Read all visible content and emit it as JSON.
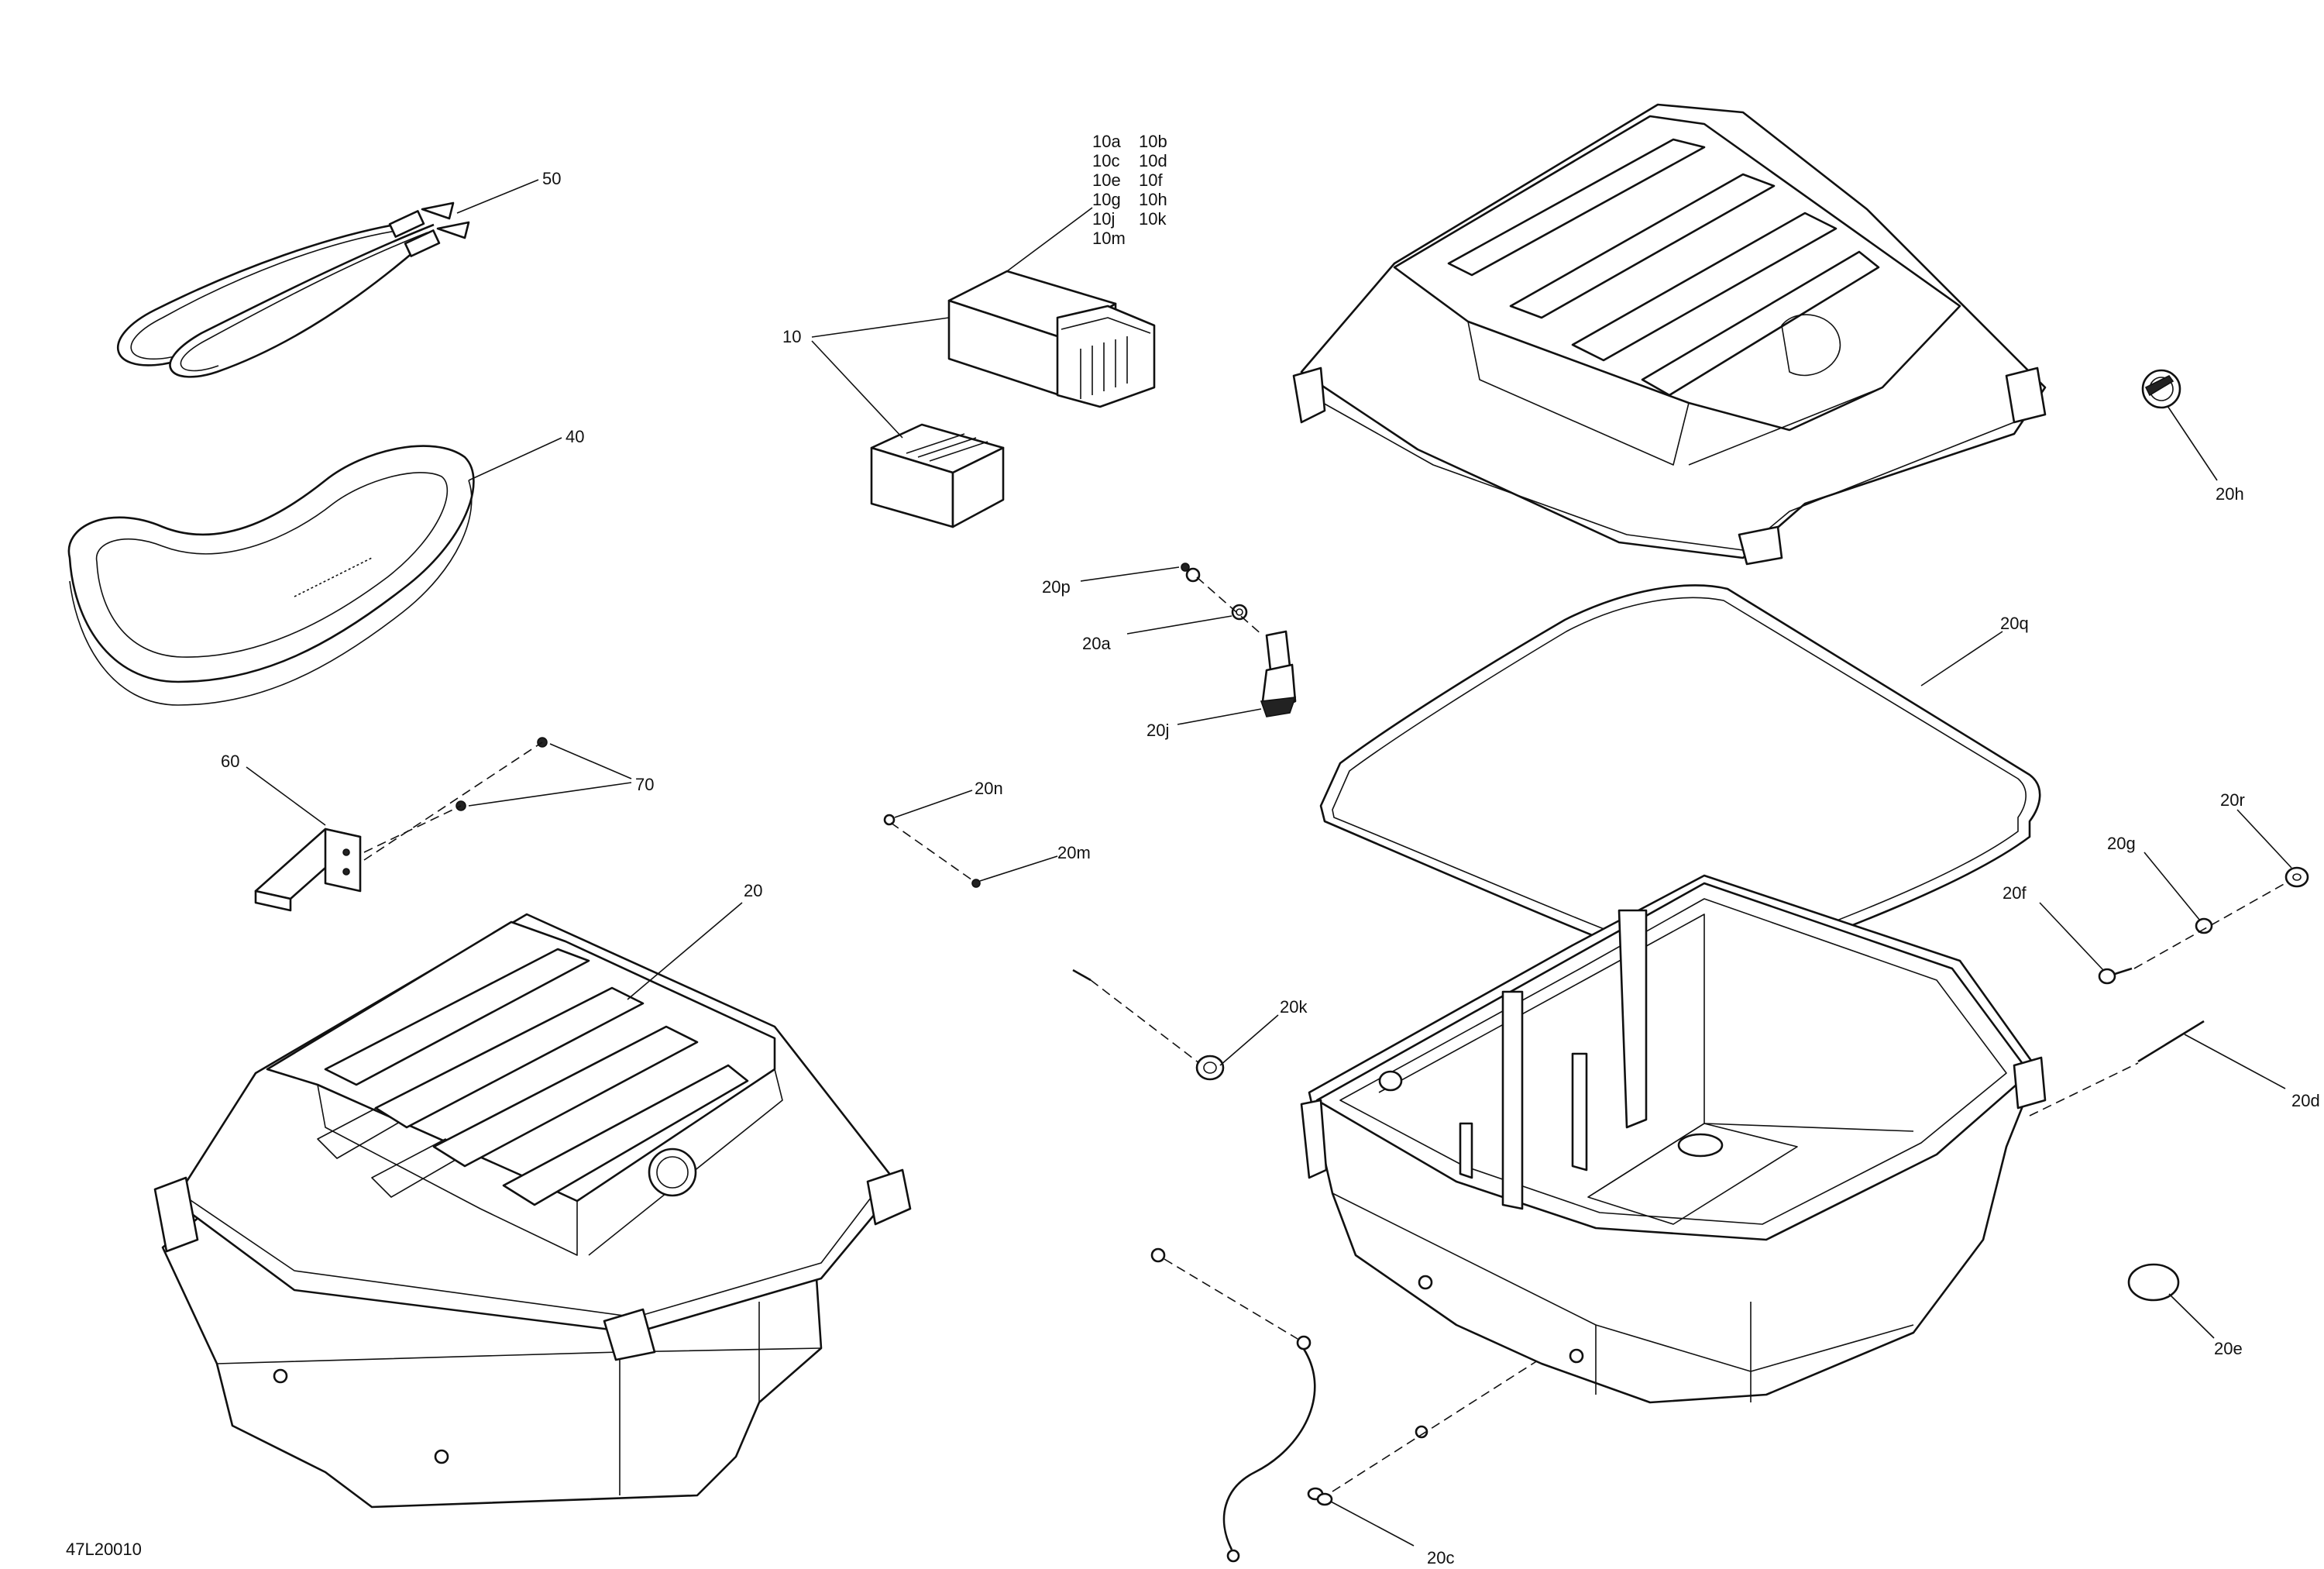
{
  "drawing_code": "47L20010",
  "callouts": {
    "c10": "10",
    "c10_variants": [
      "10a",
      "10b",
      "10c",
      "10d",
      "10e",
      "10f",
      "10g",
      "10h",
      "10j",
      "10k",
      "10m"
    ],
    "c20": "20",
    "c20a": "20a",
    "c20c": "20c",
    "c20d": "20d",
    "c20e": "20e",
    "c20f": "20f",
    "c20g": "20g",
    "c20h": "20h",
    "c20j": "20j",
    "c20k": "20k",
    "c20m": "20m",
    "c20n": "20n",
    "c20p": "20p",
    "c20q": "20q",
    "c20r": "20r",
    "c40": "40",
    "c50": "50",
    "c60": "60",
    "c70": "70"
  },
  "parts": [
    "bungee-cord",
    "drive-belt",
    "mounting-bracket",
    "fasteners",
    "assembled-cargo-box",
    "cargo-box-lid",
    "lid-seal",
    "cargo-box-tub",
    "battery-boxes",
    "latch-assembly",
    "emblem-badge",
    "cap-plug",
    "tether-cable"
  ]
}
